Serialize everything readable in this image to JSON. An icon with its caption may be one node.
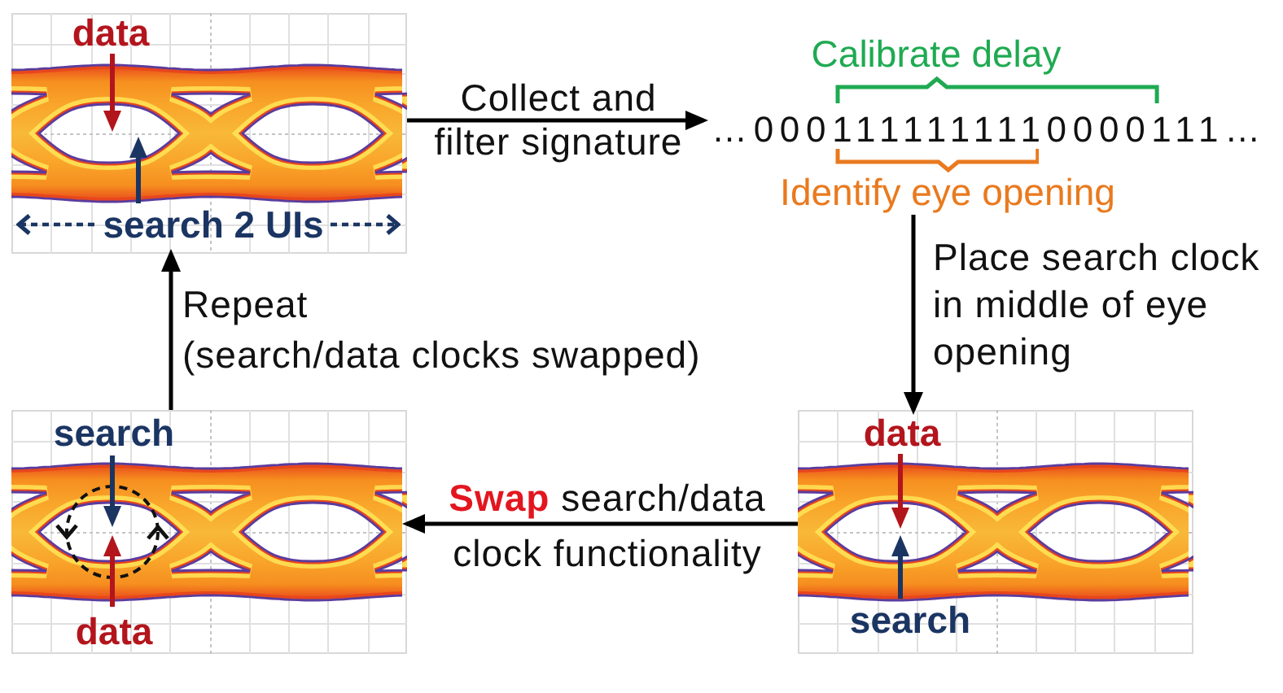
{
  "diagram": {
    "nodes": [
      {
        "text": [
          "data",
          "search 2 UIs"
        ]
      },
      {
        "text": [
          "Calibrate delay",
          "…0001111111110000111…",
          "Identify eye opening"
        ]
      },
      {
        "text": [
          "search",
          "data"
        ]
      },
      {
        "text": [
          "data",
          "search"
        ]
      }
    ],
    "edges": [
      {
        "from": 0,
        "to": 1,
        "arrow": "to",
        "label": "Collect and filter signature"
      },
      {
        "from": 1,
        "to": 3,
        "arrow": "to",
        "label": "Place search clock in middle of eye opening"
      },
      {
        "from": 3,
        "to": 2,
        "arrow": "to",
        "label": "**Swap** search/data clock functionality"
      },
      {
        "from": 2,
        "to": 0,
        "arrow": "to",
        "label": "Repeat (search/data clocks swapped)"
      }
    ]
  }
}
